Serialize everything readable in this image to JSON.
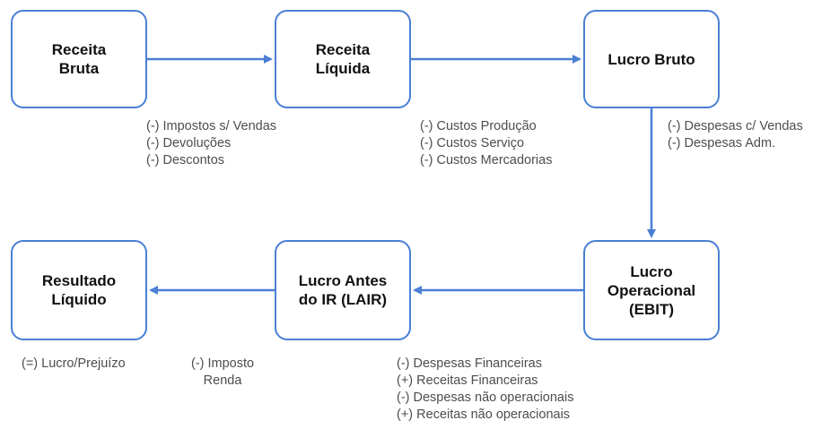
{
  "boxes": {
    "receita_bruta": "Receita\nBruta",
    "receita_liquida": "Receita\nLíquida",
    "lucro_bruto": "Lucro Bruto",
    "lucro_operacional": "Lucro\nOperacional\n(EBIT)",
    "lair": "Lucro Antes\ndo IR (LAIR)",
    "resultado_liquido": "Resultado\nLíquido"
  },
  "notes": {
    "bruta_to_liquida": [
      "(-) Impostos s/ Vendas",
      "(-) Devoluções",
      "(-) Descontos"
    ],
    "liquida_to_bruto": [
      "(-) Custos Produção",
      "(-) Custos Serviço",
      "(-) Custos Mercadorias"
    ],
    "bruto_to_ebit": [
      "(-) Despesas c/ Vendas",
      "(-) Despesas Adm."
    ],
    "ebit_to_lair": [
      "(-) Despesas Financeiras",
      "(+) Receitas Financeiras",
      "(-) Despesas não operacionais",
      "(+) Receitas não operacionais"
    ],
    "lair_to_resultado": [
      "(-) Imposto",
      "Renda"
    ],
    "resultado": [
      "(=) Lucro/Prejuízo"
    ]
  },
  "colors": {
    "border": "#4a7fd4",
    "arrow": "#4a7fd4",
    "note_text": "#4d4d4d"
  }
}
